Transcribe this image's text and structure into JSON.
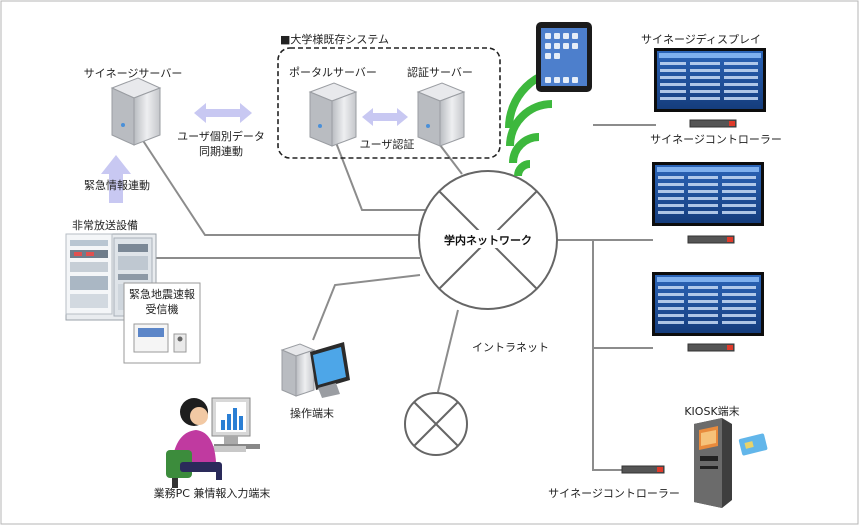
{
  "labels": {
    "signage_server": "サイネージサーバー",
    "existing_system": "■大学様既存システム",
    "portal_server": "ポータルサーバー",
    "auth_server": "認証サーバー",
    "user_sync_line1": "ユーザ個別データ",
    "user_sync_line2": "同期連動",
    "user_auth": "ユーザ認証",
    "emergency_link": "緊急情報連動",
    "broadcast_equipment": "非常放送設備",
    "eew_receiver_line1": "緊急地震速報",
    "eew_receiver_line2": "受信機",
    "campus_network": "学内ネットワーク",
    "intranet": "イントラネット",
    "operation_terminal": "操作端末",
    "business_pc": "業務PC 兼情報入力端末",
    "signage_display": "サイネージディスプレイ",
    "signage_controller_top": "サイネージコントローラー",
    "signage_controller_bottom": "サイネージコントローラー",
    "kiosk": "KIOSK端末"
  },
  "colors": {
    "line": "#8c8c8c",
    "arrow": "#c8c8f2",
    "wifi": "#3db83d",
    "screen": "#1d4f9c",
    "controller_led": "#e03a2a"
  }
}
